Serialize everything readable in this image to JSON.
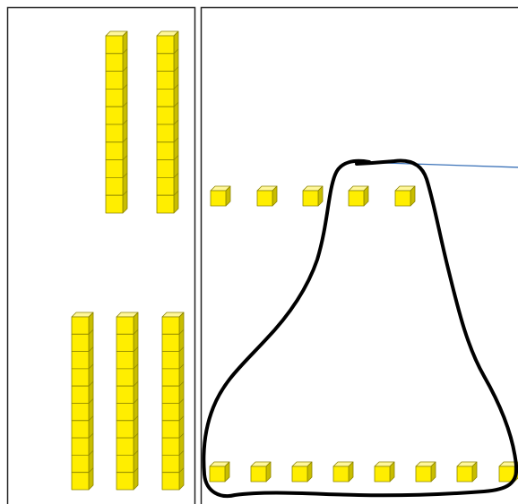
{
  "colors": {
    "cube_front": "#ffee00",
    "cube_top": "#fff79a",
    "cube_side": "#c8bd00",
    "cube_edge": "#8c8400",
    "frame": "#222222",
    "annotation": "#000000",
    "pointer_line": "#3b72b8"
  },
  "left_panel": {
    "top_group": {
      "rods": 2,
      "cubes_per_rod": 10
    },
    "bottom_group": {
      "rods": 3,
      "cubes_per_rod": 10
    }
  },
  "right_panel": {
    "top_row_units": 5,
    "bottom_row_units": 8
  },
  "annotation": {
    "shape": "hand-drawn-loop",
    "pointer": "line"
  }
}
